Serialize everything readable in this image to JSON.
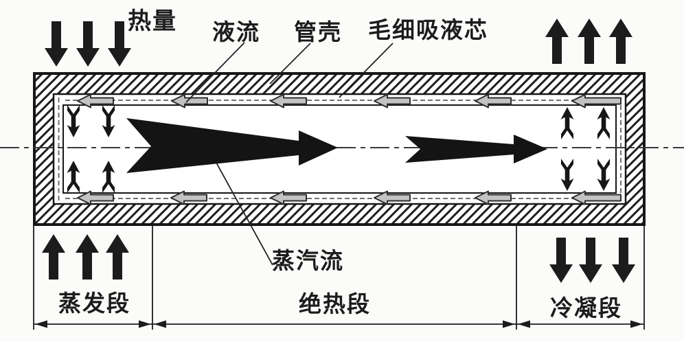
{
  "diagram": {
    "labels": {
      "heat": "热量",
      "liquid_flow": "液流",
      "shell": "管壳",
      "wick": "毛细吸液芯",
      "vapor_flow": "蒸汽流",
      "evaporator_section": "蒸发段",
      "adiabatic_section": "绝热段",
      "condenser_section": "冷凝段"
    },
    "flows": {
      "heat_top_left": "down into pipe",
      "heat_bottom_left": "up into pipe",
      "heat_top_right": "up out of pipe",
      "heat_bottom_right": "down out of pipe",
      "liquid_in_wick": "leftward",
      "vapor_in_core": "rightward"
    },
    "colors": {
      "ink": "#1e1e1e",
      "liquid_arrow_fill": "#c3c3c3",
      "background": "#fbfbf9"
    }
  }
}
